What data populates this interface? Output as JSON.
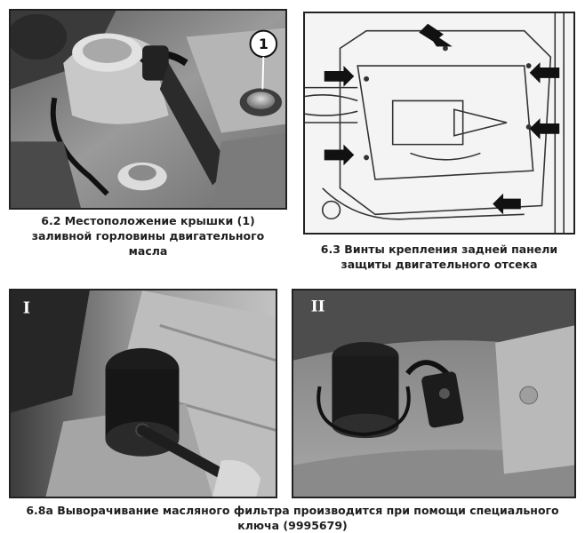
{
  "figures": [
    {
      "id": "6.2",
      "callout": "1",
      "caption_lines": [
        "6.2 Местоположение крышки (1)",
        "заливной горловины двигательного",
        "масла"
      ]
    },
    {
      "id": "6.3",
      "caption_lines": [
        "6.3 Винты крепления задней панели",
        "защиты двигательного отсека"
      ]
    },
    {
      "id": "6.8a",
      "panel_labels": [
        "I",
        "II"
      ],
      "caption_lines": [
        "6.8а Выворачивание масляного фильтра производится при помощи специального",
        "ключа (9995679)"
      ]
    }
  ]
}
